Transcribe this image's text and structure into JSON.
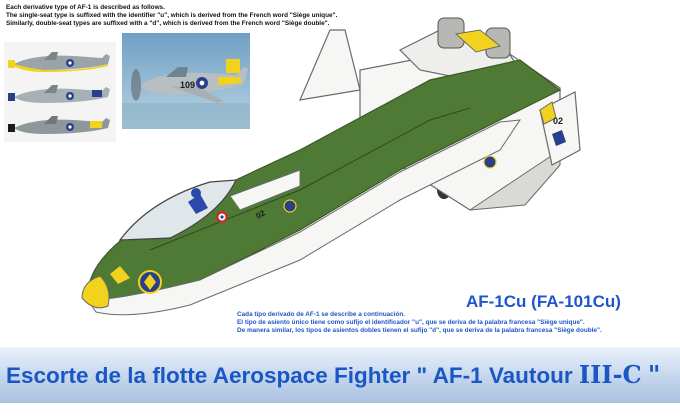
{
  "note_en": [
    "Each derivative type of AF-1 is described as follows.",
    "The single-seat type is suffixed with the identifier \"u\", which is derived from the French word \"Siège unique\".",
    "Similarly, double-seat types are suffixed with a \"d\", which is derived from the French word \"Siège double\"."
  ],
  "model_name": "AF-1Cu (FA-101Cu)",
  "note_es": [
    "Cada tipo derivado de AF-1 se describe a continuación.",
    "El tipo de asiento único tiene como sufijo el identificador \"u\", que se deriva de la palabra francesa \"Siège unique\".",
    "De manera similar, los tipos de asientos dobles tienen el sufijo \"d\", que se deriva de la palabra francesa \"Siège double\"."
  ],
  "banner": {
    "title_prefix": "Escorte de la flotte Aerospace Fighter \" AF-1 Vautour",
    "title_suffix": "III-C",
    "title_close": "\""
  },
  "markings": {
    "fin_code": "02",
    "fuselage_code": "02",
    "photo_code": "109"
  },
  "colors": {
    "green": "#4f7a35",
    "white": "#f6f6f4",
    "yellow": "#f1d21c",
    "banner_text": "#1b57c4",
    "blue_text": "#1f56c9"
  },
  "icons": {
    "insignia": "roundel-insignia-icon",
    "emblem": "squadron-emblem-icon"
  }
}
